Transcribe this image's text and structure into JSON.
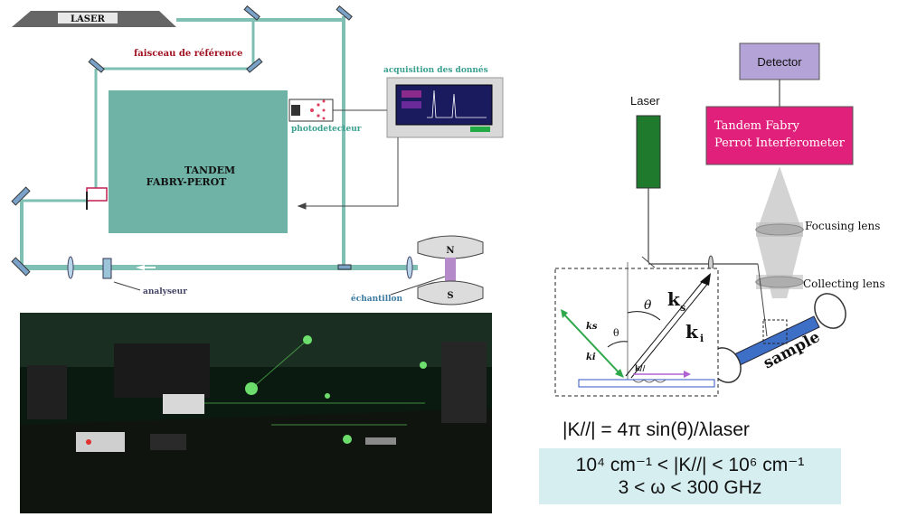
{
  "left_diagram": {
    "laser_label": "LASER",
    "reference_beam_label": "faisceau de référence",
    "acquisition_label": "acquisition des donnés",
    "photodetector_label": "photodetecteur",
    "tandem_line1": "TANDEM",
    "tandem_line2": "FABRY-PEROT",
    "analyzer_label": "analyseur",
    "sample_label": "échantillon",
    "magnet_north": "N",
    "magnet_south": "S"
  },
  "right_diagram": {
    "laser_label": "Laser",
    "detector_label": "Detector",
    "tfp_line1": "Tandem Fabry",
    "tfp_line2": "Perrot Interferometer",
    "focusing_lens_label": "Focusing lens",
    "collecting_lens_label": "Collecting lens",
    "sample_label": "sample",
    "theta_big": "θ",
    "ks_big": "k",
    "ks_big_sub": "s",
    "ki_big": "k",
    "ki_big_sub": "i",
    "inset_ks": "ks",
    "inset_ki": "ki",
    "inset_theta": "θ",
    "inset_kparallel": "k//"
  },
  "formulas": {
    "k_parallel": "|K//| = 4π sin(θ)/λlaser",
    "range_line": "10⁴ cm⁻¹ < |K//| < 10⁶ cm⁻¹",
    "freq_line": "3 < ω < 300 GHz"
  },
  "colors": {
    "teal": "#7fbfb4",
    "tandem_box": "#6fb3a6",
    "magenta_box": "#e0207a",
    "detector_box": "#b3a3d6",
    "laser_green": "#1f7a2e",
    "formula_bg": "#d6eef0"
  },
  "photo": {
    "alt": "lab setup photo"
  }
}
